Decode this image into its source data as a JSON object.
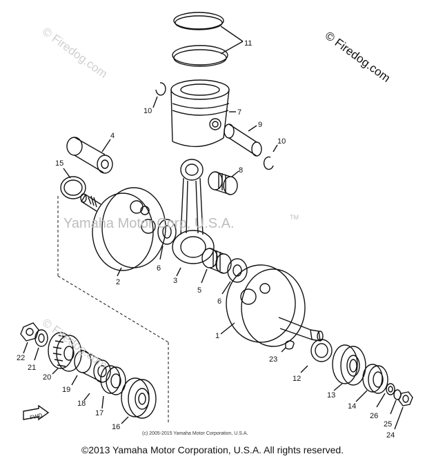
{
  "watermark_center": "Yamaha Motor Corp, U.S.A.",
  "watermark_tm": "TM",
  "watermark_site": "© Firedog.com",
  "small_copyright": "(c) 2005-2015 Yamaha Motor Corporation, U.S.A.",
  "footer_copyright": "©2013 Yamaha Motor Corporation, U.S.A. All rights reserved.",
  "fwd_label": "FWD",
  "callouts": {
    "c1": "1",
    "c2": "2",
    "c3": "3",
    "c4": "4",
    "c5": "5",
    "c6a": "6",
    "c6b": "6",
    "c7": "7",
    "c8": "8",
    "c9": "9",
    "c10a": "10",
    "c10b": "10",
    "c11": "11",
    "c12": "12",
    "c13": "13",
    "c14": "14",
    "c15": "15",
    "c16": "16",
    "c17": "17",
    "c18": "18",
    "c19": "19",
    "c20": "20",
    "c21": "21",
    "c22": "22",
    "c23": "23",
    "c24": "24",
    "c25": "25",
    "c26": "26"
  },
  "colors": {
    "line": "#111111",
    "watermark": "#bdbdbd"
  }
}
